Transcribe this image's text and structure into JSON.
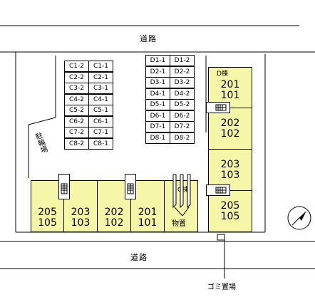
{
  "roads": {
    "top": "道路",
    "bottom": "道路"
  },
  "parking_c": [
    [
      "C1-2",
      "C1-1"
    ],
    [
      "C2-2",
      "C2-1"
    ],
    [
      "C3-2",
      "C3-1"
    ],
    [
      "C4-2",
      "C4-1"
    ],
    [
      "C5-2",
      "C5-1"
    ],
    [
      "C6-2",
      "C6-1"
    ],
    [
      "C7-2",
      "C7-1"
    ],
    [
      "C8-2",
      "C8-1"
    ]
  ],
  "parking_d": [
    [
      "D1-1",
      "D1-2"
    ],
    [
      "D2-1",
      "D2-2"
    ],
    [
      "D3-1",
      "D3-2"
    ],
    [
      "D4-1",
      "D4-2"
    ],
    [
      "D5-1",
      "D5-2"
    ],
    [
      "D6-1",
      "D6-2"
    ],
    [
      "D7-1",
      "D7-2"
    ],
    [
      "D8-1",
      "D8-2"
    ]
  ],
  "bicycle_parking": "駐輪場",
  "storage": "物置",
  "garbage": "ゴミ置場",
  "building_c": {
    "label": "C棟",
    "units": [
      {
        "upper": "205",
        "lower": "105"
      },
      {
        "upper": "203",
        "lower": "103"
      },
      {
        "upper": "202",
        "lower": "102"
      },
      {
        "upper": "201",
        "lower": "101"
      }
    ]
  },
  "building_d": {
    "label": "D棟",
    "units": [
      {
        "upper": "201",
        "lower": "101"
      },
      {
        "upper": "202",
        "lower": "102"
      },
      {
        "upper": "203",
        "lower": "103"
      },
      {
        "upper": "205",
        "lower": "105"
      }
    ]
  },
  "colors": {
    "unit_fill": "#f6f6a8",
    "line": "#000000"
  },
  "icons": [
    "stairs-icon",
    "north-arrow-icon"
  ]
}
